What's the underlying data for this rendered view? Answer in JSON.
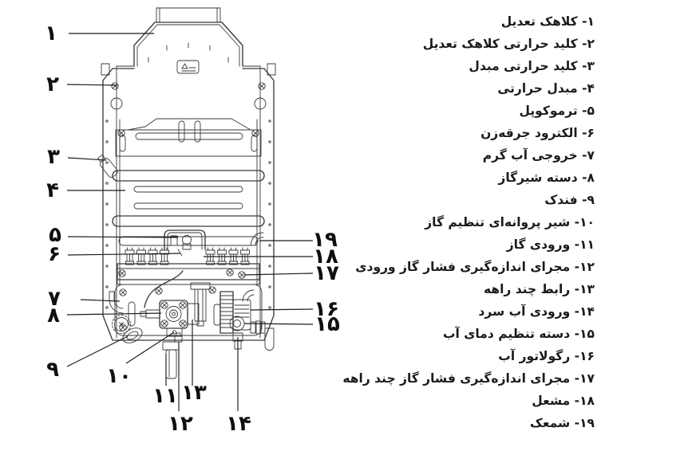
{
  "colors": {
    "background": "#ffffff",
    "ink": "#1b1b1b",
    "line_art": "#3a3a3a"
  },
  "legend": {
    "items": [
      "۱- کلاهک تعدیل",
      "۲- کلید حرارتی کلاهک تعدیل",
      "۳- کلید حرارتی مبدل",
      "۴- مبدل حرارتی",
      "۵- ترموکوپل",
      "۶- الکترود جرقه‌زن",
      "۷- خروجی آب گرم",
      "۸- دسته شیرگاز",
      "۹- فندک",
      "۱۰- شیر پروانه‌ای تنظیم گاز",
      "۱۱- ورودی گاز",
      "۱۲- مجرای اندازه‌گیری فشار گاز ورودی",
      "۱۳- رابط چند راهه",
      "۱۴- ورودی آب سرد",
      "۱۵- دسته تنظیم دمای آب",
      "۱۶- رگولاتور آب",
      "۱۷- مجرای اندازه‌گیری فشار گاز چند راهه",
      "۱۸- مشعل",
      "۱۹- شمعک"
    ]
  },
  "callouts": [
    "۱",
    "۲",
    "۳",
    "۴",
    "۵",
    "۶",
    "۷",
    "۸",
    "۹",
    "۱۰",
    "۱۱",
    "۱۲",
    "۱۳",
    "۱۴",
    "۱۵",
    "۱۶",
    "۱۷",
    "۱۸",
    "۱۹"
  ]
}
